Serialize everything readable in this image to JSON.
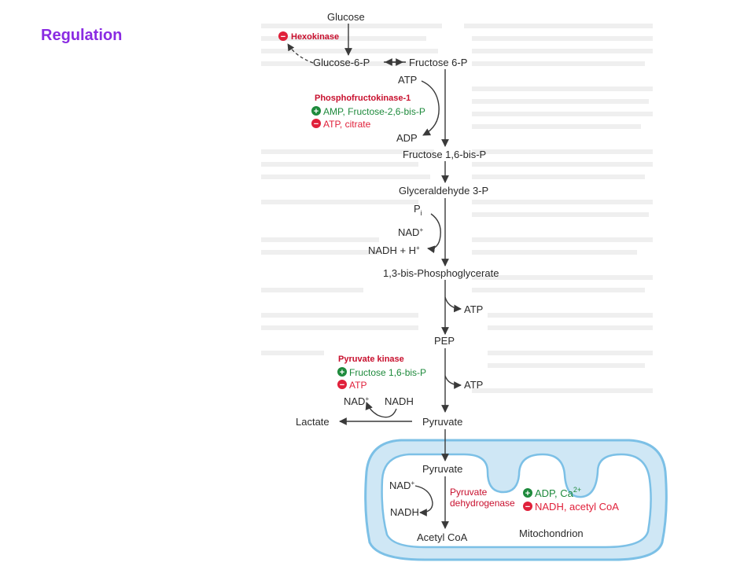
{
  "slide": {
    "title": "Regulation"
  },
  "pathway": {
    "metabolites": {
      "glucose": "Glucose",
      "glucose6p": "Glucose-6-P",
      "fructose6p": "Fructose 6-P",
      "fructose16bisp": "Fructose 1,6-bis-P",
      "gap": "Glyceraldehyde 3-P",
      "bpg": "1,3-bis-Phosphoglycerate",
      "pep": "PEP",
      "pyruvate": "Pyruvate",
      "lactate": "Lactate",
      "mito_pyruvate": "Pyruvate",
      "acetyl_coa": "Acetyl CoA"
    },
    "cofactors": {
      "atp_in": "ATP",
      "adp_out": "ADP",
      "pi": "P",
      "pi_sub": "i",
      "nad_in": "NAD",
      "nadh_out": "NADH + H",
      "atp_out1": "ATP",
      "atp_out2": "ATP",
      "lactate_nad": "NAD",
      "lactate_nadh": "NADH",
      "mito_nad": "NAD",
      "mito_nadh": "NADH",
      "plus_sup": "+"
    },
    "regulation": {
      "hexokinase": {
        "name": "Hexokinase",
        "inhibitor_sign": "−"
      },
      "pfk1": {
        "name": "Phosphofructokinase-1",
        "activators": "AMP, Fructose-2,6-bis-P",
        "inhibitors": "ATP, citrate"
      },
      "pyruvate_kinase": {
        "name": "Pyruvate kinase",
        "activators": "Fructose 1,6-bis-P",
        "inhibitors": "ATP"
      },
      "pdh": {
        "name_line1": "Pyruvate",
        "name_line2": "dehydrogenase",
        "activators": "ADP, Ca",
        "activators_sup": "2+",
        "inhibitors": "NADH, acetyl CoA"
      },
      "plus_sign": "+",
      "minus_sign": "−"
    },
    "compartment": {
      "mitochondrion": "Mitochondrion"
    },
    "colors": {
      "activator": "#1e8a3c",
      "inhibitor": "#e0203a",
      "enzyme": "#c8102e",
      "mitochondrion_fill": "#cfe7f5",
      "mitochondrion_edge": "#7cc0e6"
    }
  }
}
